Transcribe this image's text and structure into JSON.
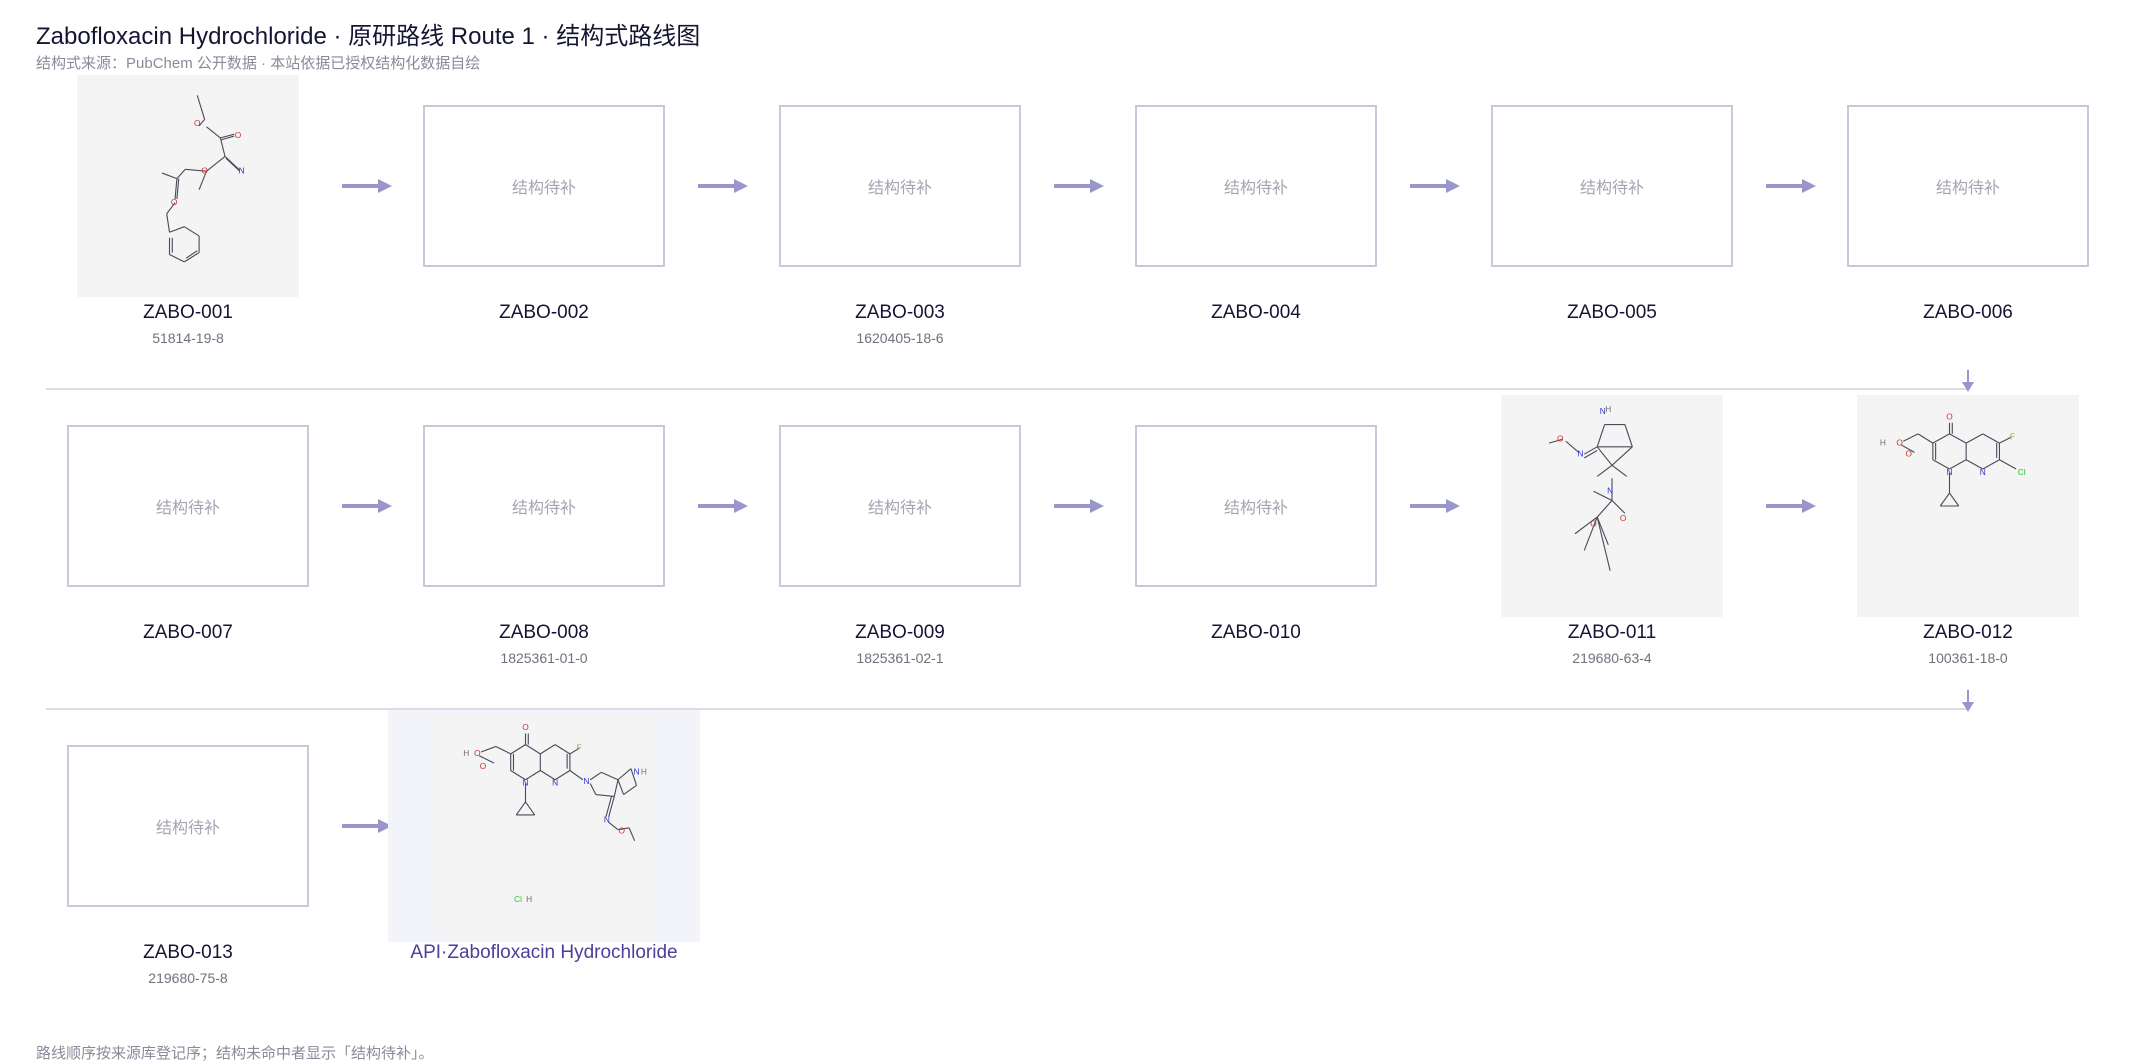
{
  "header": {
    "title": "Zabofloxacin Hydrochloride · 原研路线 Route 1 · 结构式路线图",
    "subtitle": "结构式来源：PubChem 公开数据 · 本站依据已授权结构化数据自绘"
  },
  "placeholder_text": "结构待补",
  "nodes": [
    {
      "id": "ZABO-001",
      "cas": "51814-19-8",
      "has_structure": true,
      "structure": "zabo001"
    },
    {
      "id": "ZABO-002",
      "cas": "",
      "has_structure": false
    },
    {
      "id": "ZABO-003",
      "cas": "1620405-18-6",
      "has_structure": false
    },
    {
      "id": "ZABO-004",
      "cas": "",
      "has_structure": false
    },
    {
      "id": "ZABO-005",
      "cas": "",
      "has_structure": false
    },
    {
      "id": "ZABO-006",
      "cas": "",
      "has_structure": false
    },
    {
      "id": "ZABO-007",
      "cas": "",
      "has_structure": false
    },
    {
      "id": "ZABO-008",
      "cas": "1825361-01-0",
      "has_structure": false
    },
    {
      "id": "ZABO-009",
      "cas": "1825361-02-1",
      "has_structure": false
    },
    {
      "id": "ZABO-010",
      "cas": "",
      "has_structure": false
    },
    {
      "id": "ZABO-011",
      "cas": "219680-63-4",
      "has_structure": true,
      "structure": "zabo011"
    },
    {
      "id": "ZABO-012",
      "cas": "100361-18-0",
      "has_structure": true,
      "structure": "zabo012"
    },
    {
      "id": "ZABO-013",
      "cas": "219680-75-8",
      "has_structure": false
    },
    {
      "id": "API·Zabofloxacin Hydrochloride",
      "cas": "",
      "has_structure": true,
      "structure": "api",
      "is_api": true
    }
  ],
  "atom_labels": {
    "zabo001": [
      "O",
      "O",
      "N",
      "O",
      "O"
    ],
    "zabo011": [
      "N",
      "H",
      "O",
      "N",
      "N",
      "O",
      "O"
    ],
    "zabo012": [
      "O",
      "O",
      "H",
      "O",
      "F",
      "N",
      "N",
      "Cl"
    ],
    "api": [
      "O",
      "O",
      "H",
      "O",
      "F",
      "N",
      "N",
      "N",
      "N",
      "H",
      "N",
      "O",
      "Cl",
      "H"
    ]
  },
  "footer": "路线顺序按来源库登记序；结构未命中者显示「结构待补」。",
  "colors": {
    "title": "#141433",
    "muted": "#8a8a9a",
    "box_border": "#c8c8d8",
    "arrow": "#9a96cc",
    "api_label": "#4a3f9a",
    "nitrogen": "#3030d0",
    "oxygen": "#d03030",
    "chlorine": "#30c030",
    "fluorine": "#8aa830"
  }
}
